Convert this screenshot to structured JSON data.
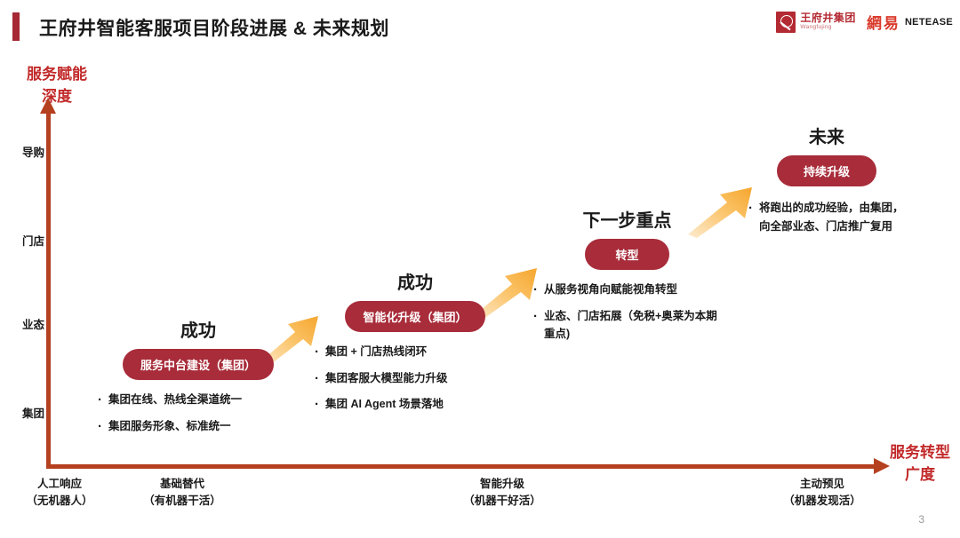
{
  "header": {
    "title": "王府井智能客服项目阶段进展 & 未来规划",
    "accent_color": "#A52834",
    "logos": {
      "wangfujing": {
        "cn": "王府井集团",
        "en": "Wangfujing",
        "mark": "wangfujing-mark-icon",
        "color": "#B42A33"
      },
      "netease": {
        "cn": "網易",
        "en": "NETEASE",
        "color": "#D93A2B"
      }
    }
  },
  "axes": {
    "y_title": "服务赋能\n深度",
    "y_title_line1": "服务赋能",
    "y_title_line2": "深度",
    "x_title_line1": "服务转型",
    "x_title_line2": "广度",
    "axis_color": "#B5401F",
    "title_color": "#C22A2A",
    "y_ticks": [
      "导购",
      "门店",
      "业态",
      "集团"
    ],
    "x_ticks": [
      {
        "line1": "人工响应",
        "line2": "（无机器人）"
      },
      {
        "line1": "基础替代",
        "line2": "（有机器干活）"
      },
      {
        "line1": "智能升级",
        "line2": "（机器干好活）"
      },
      {
        "line1": "主动预见",
        "line2": "（机器发现活）"
      }
    ]
  },
  "chart_data": {
    "type": "scatter",
    "title": "王府井智能客服项目阶段进展 & 未来规划",
    "xlabel": "服务转型广度",
    "ylabel": "服务赋能深度",
    "x": [
      "人工响应（无机器人）",
      "基础替代（有机器干活）",
      "智能升级（机器干好活）",
      "主动预见（机器发现活）"
    ],
    "y_levels": [
      "集团",
      "业态",
      "门店",
      "导购"
    ],
    "points": [
      {
        "stage": "成功",
        "label": "服务中台建设（集团）",
        "x": "基础替代（有机器干活）",
        "y": "集团"
      },
      {
        "stage": "成功",
        "label": "智能化升级（集团）",
        "x": "基础替代/智能升级之间",
        "y": "业态"
      },
      {
        "stage": "下一步重点",
        "label": "转型",
        "x": "智能升级（机器干好活）",
        "y": "门店"
      },
      {
        "stage": "未来",
        "label": "持续升级",
        "x": "主动预见（机器发现活）",
        "y": "导购"
      }
    ],
    "legend": [],
    "grid": false
  },
  "stages": [
    {
      "id": "stage-1",
      "head": "成功",
      "pill": "服务中台建设（集团）",
      "bullets": [
        "集团在线、热线全渠道统一",
        "集团服务形象、标准统一"
      ]
    },
    {
      "id": "stage-2",
      "head": "成功",
      "pill": "智能化升级（集团）",
      "bullets": [
        "集团 + 门店热线闭环",
        "集团客服大模型能力升级",
        "集团 AI Agent 场景落地"
      ]
    },
    {
      "id": "stage-3",
      "head": "下一步重点",
      "pill": "转型",
      "bullets": [
        "从服务视角向赋能视角转型",
        "业态、门店拓展（免税+奥莱为本期重点)"
      ]
    },
    {
      "id": "stage-4",
      "head": "未来",
      "pill": "持续升级",
      "bullets": [
        "将跑出的成功经验，由集团，向全部业态、门店推广复用"
      ]
    }
  ],
  "arrows": {
    "color_start": "#FDE8C8",
    "color_end": "#F5A62E",
    "count": 3
  },
  "footer": {
    "page_number": "3"
  }
}
